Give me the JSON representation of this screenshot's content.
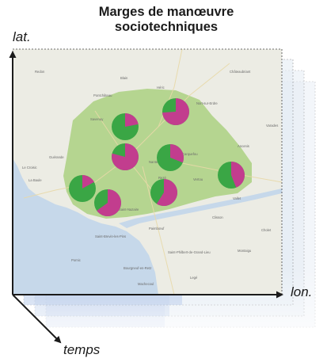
{
  "title": {
    "line1": "Marges de manœuvre",
    "line2": "sociotechniques"
  },
  "axes": {
    "vertical": "lat.",
    "horizontal": "lon.",
    "depth": "temps"
  },
  "map_places": [
    "Guérande",
    "Savenay",
    "Nantes",
    "Saint-Nazaire",
    "Pornic",
    "Redon",
    "Blain",
    "Nort-sur-Erdre",
    "Ancenis",
    "Clisson",
    "Machecoul",
    "Le Croisic",
    "La Baule",
    "Pontchâteau",
    "Héric",
    "Vertou",
    "Rezé",
    "Carquefou",
    "Vallet",
    "Paimbœuf",
    "Bourgneuf-en-Retz",
    "Saint-Brevin-les-Pins",
    "Saint-Philbert-de-Grand-Lieu",
    "Legé",
    "Montaigu",
    "Cholet",
    "Varades",
    "Châteaubriant"
  ],
  "colors": {
    "sea": "#c6d8ea",
    "land": "#ecece4",
    "region": "#a8cf7a",
    "pie_share_a": "#c23d8e",
    "pie_share_b": "#3aa645",
    "axis": "#1b1b1b",
    "time_stack": "#4f7fd0"
  },
  "pies": [
    {
      "id": "ne",
      "share_a": 0.74
    },
    {
      "id": "north",
      "share_a": 0.22
    },
    {
      "id": "center",
      "share_a": 0.79
    },
    {
      "id": "center-east",
      "share_a": 0.31
    },
    {
      "id": "east",
      "share_a": 0.44
    },
    {
      "id": "west",
      "share_a": 0.17
    },
    {
      "id": "sw",
      "share_a": 0.65
    },
    {
      "id": "south",
      "share_a": 0.59
    }
  ]
}
